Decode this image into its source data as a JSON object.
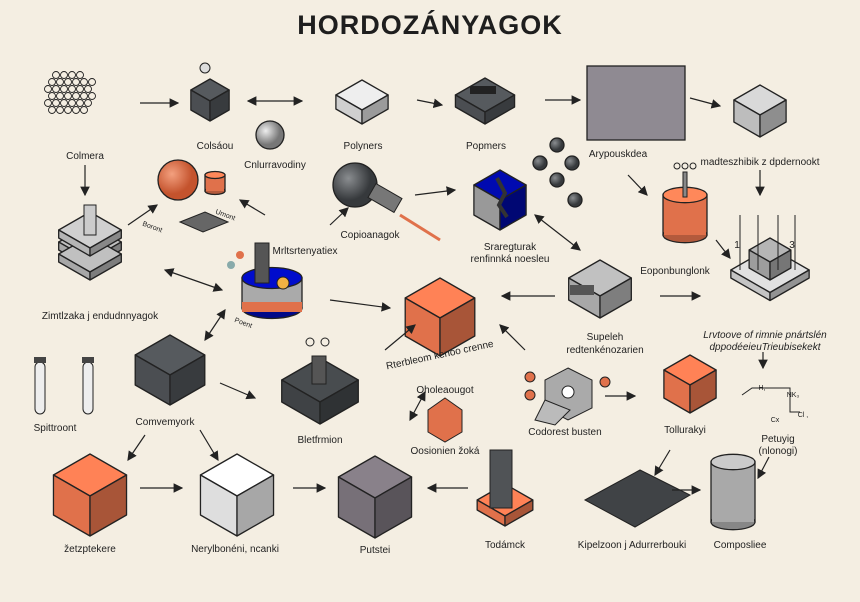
{
  "title": "HORDOZÁNYAGOK",
  "labels": {
    "colmera": "Colmera",
    "colsaou": "Colsáou",
    "cnlurravodiny": "Cnlurravodiny",
    "polyners": "Polyners",
    "popmers": "Popmers",
    "arypouskdea": "Arypouskdea",
    "madteszhibik": "madteszhibik z dpdernookt",
    "boront": "Boront",
    "umont": "Umont",
    "mrltsrtenyatiex": "Mrltsrtenyatiex",
    "copioanagok": "Copioanagok",
    "sraregturak_1": "Sraregturak",
    "sraregturak_2": "renfinnká noesleu",
    "eoponbunglonk": "Eoponbunglonk",
    "zimtlzaka": "Zimtlzaka j endudnnyagok",
    "poent": "Poent",
    "supeleh_1": "Supeleh",
    "supeleh_2": "redtenkénozarien",
    "lrvtoove_1": "Lrvtoove of rimnie pnártslén",
    "lrvtoove_2": "dppodéeieuTrieubisekekt",
    "rterbleom": "Rterbleom kenoo crenne",
    "oholeaougot": "Oholeaougot",
    "comvemyork": "Comvemyork",
    "spittroont": "Spittroont",
    "bletfrmion": "Bletfrmion",
    "oosionien": "Oosionien žoká",
    "codorest": "Codorest busten",
    "tollurakyi": "Tollurakyi",
    "petuyig_1": "Petuyig",
    "petuyig_2": "(nlonogi)",
    "zetzptekere": "žetzptekere",
    "nerylboneni": "Nerylbonéni, ncanki",
    "putstei": "Putstei",
    "todamck": "Todámck",
    "kipelzoon": "Kipelzoon j Adurrerbouki",
    "composliee": "Composliee",
    "grid_num_1": "1",
    "grid_num_3": "3",
    "formula_h": "H,",
    "formula_nk": "NK₃",
    "formula_cl": "Cl ,",
    "formula_cx": "Cx"
  },
  "colors": {
    "background": "#f4eee2",
    "orange": "#e0714b",
    "gray": "#9a9a9a",
    "dark": "#4b4e52",
    "light": "#cfcfcf"
  }
}
